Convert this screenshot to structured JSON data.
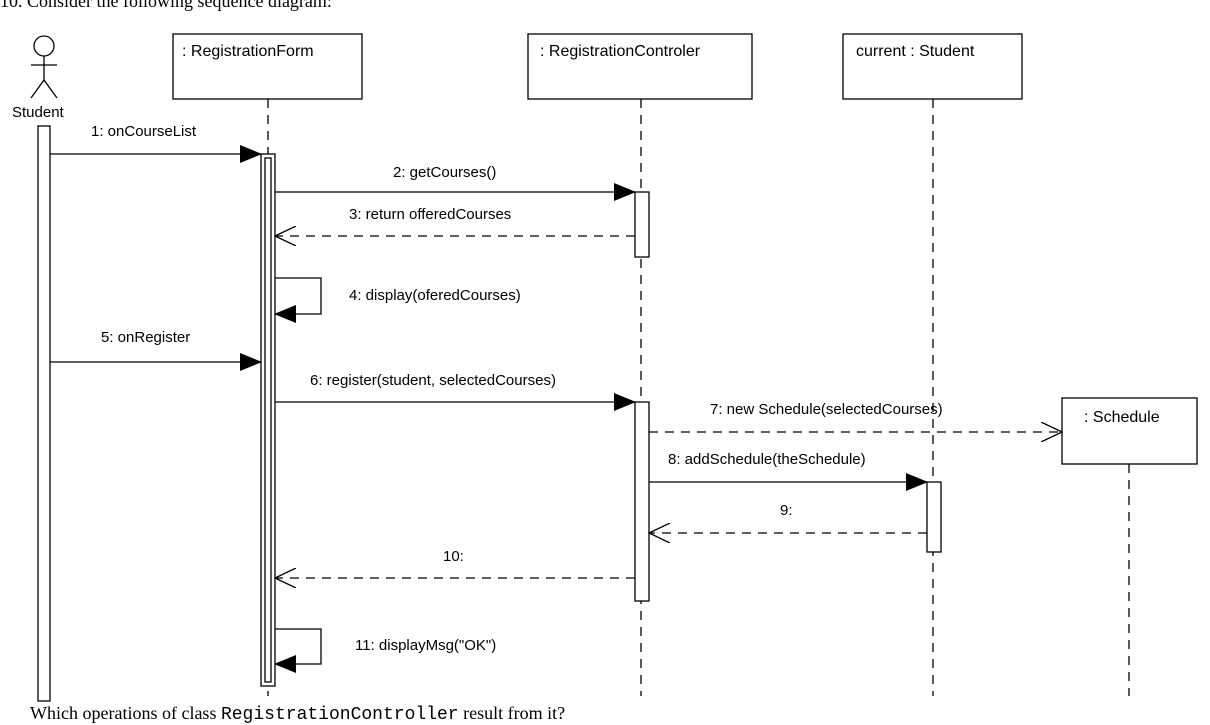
{
  "question": {
    "intro": "10. Consider the following sequence diagram:",
    "footer_prefix": "Which operations of class",
    "footer_class": "RegistrationController",
    "footer_suffix": "result from it?"
  },
  "actor": {
    "name": "Student"
  },
  "participants": [
    {
      "id": "form",
      "label": ": RegistrationForm"
    },
    {
      "id": "ctrl",
      "label": ": RegistrationControler"
    },
    {
      "id": "stud",
      "label": "current : Student"
    },
    {
      "id": "sched",
      "label": ": Schedule"
    }
  ],
  "messages": [
    {
      "n": 1,
      "label": "1: onCourseList",
      "kind": "sync"
    },
    {
      "n": 2,
      "label": "2: getCourses()",
      "kind": "sync"
    },
    {
      "n": 3,
      "label": "3: return offeredCourses",
      "kind": "return"
    },
    {
      "n": 4,
      "label": "4: display(oferedCourses)",
      "kind": "self"
    },
    {
      "n": 5,
      "label": "5: onRegister",
      "kind": "sync"
    },
    {
      "n": 6,
      "label": "6: register(student, selectedCourses)",
      "kind": "sync"
    },
    {
      "n": 7,
      "label": "7: new Schedule(selectedCourses)",
      "kind": "create"
    },
    {
      "n": 8,
      "label": "8: addSchedule(theSchedule)",
      "kind": "sync"
    },
    {
      "n": 9,
      "label": "9:",
      "kind": "return"
    },
    {
      "n": 10,
      "label": "10:",
      "kind": "return"
    },
    {
      "n": 11,
      "label": "11: displayMsg(\"OK\")",
      "kind": "self"
    }
  ]
}
